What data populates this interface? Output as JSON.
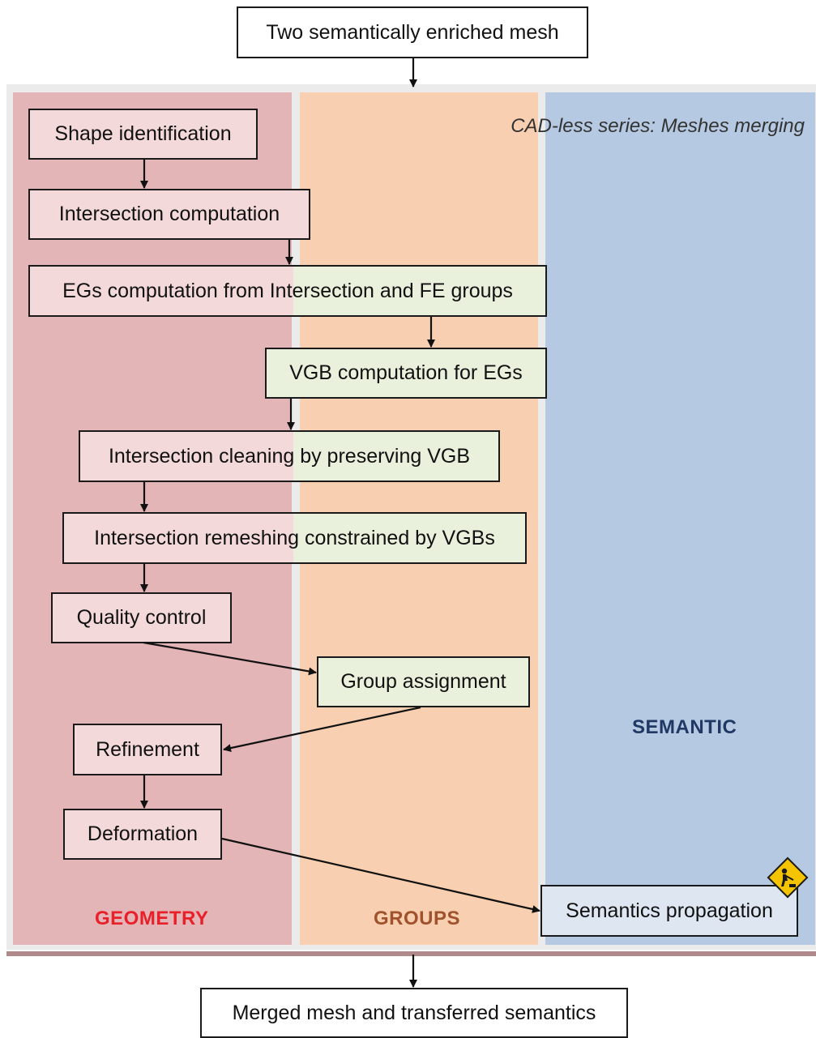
{
  "diagram": {
    "top_input": "Two semantically enriched mesh",
    "bottom_output": "Merged mesh and transferred semantics",
    "series_title": "CAD-less series: Meshes merging",
    "lanes": {
      "geometry": "GEOMETRY",
      "groups": "GROUPS",
      "semantic": "SEMANTIC"
    },
    "lane_colors": {
      "geometry_label": "#e8202a",
      "groups_label": "#a0522d",
      "semantic_label": "#1f3864"
    },
    "steps": {
      "shape_identification": "Shape identification",
      "intersection_computation": "Intersection computation",
      "egs_computation": "EGs computation from Intersection and FE groups",
      "vgb_computation": "VGB computation for EGs",
      "intersection_cleaning": "Intersection cleaning by preserving VGB",
      "intersection_remeshing": "Intersection remeshing constrained by VGBs",
      "quality_control": "Quality control",
      "group_assignment": "Group assignment",
      "refinement": "Refinement",
      "deformation": "Deformation",
      "semantics_propagation": "Semantics propagation"
    },
    "badge_icon": "under-construction-icon"
  }
}
